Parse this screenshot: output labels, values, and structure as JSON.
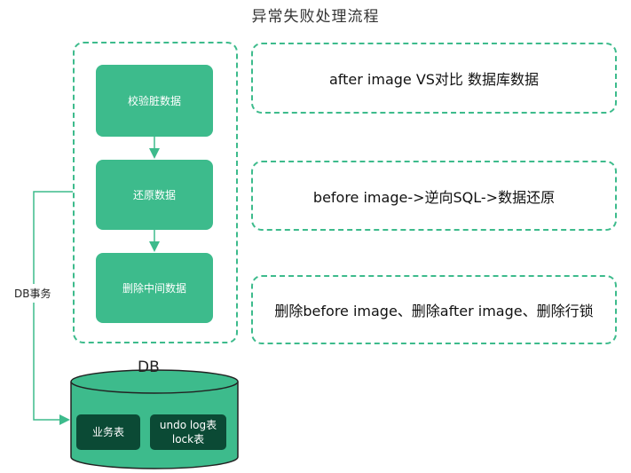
{
  "title": "异常失败处理流程",
  "steps": [
    {
      "label": "校验脏数据"
    },
    {
      "label": "还原数据"
    },
    {
      "label": "删除中间数据"
    }
  ],
  "descriptions": [
    {
      "text": "after image VS对比 数据库数据"
    },
    {
      "text": "before image->逆向SQL->数据还原"
    },
    {
      "text": "删除before image、删除after image、删除行锁"
    }
  ],
  "edge_label": "DB事务",
  "db": {
    "title": "DB",
    "tables": [
      {
        "line1": "业务表",
        "line2": ""
      },
      {
        "line1": "undo log表",
        "line2": "lock表"
      }
    ]
  },
  "colors": {
    "accent": "#3dbb8c",
    "table": "#0b4a35"
  }
}
